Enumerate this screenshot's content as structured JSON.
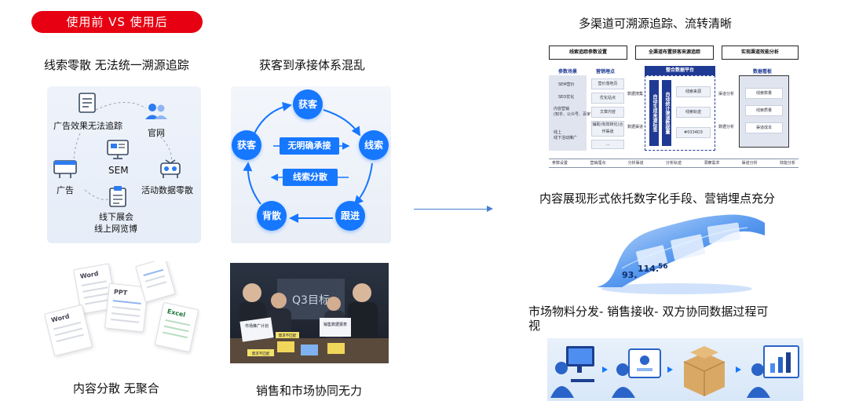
{
  "badge": "使用前 VS 使用后",
  "left": {
    "panel1": {
      "heading": "线索零散 无法统一溯源追踪",
      "items": [
        {
          "label": "广告效果无法追踪",
          "icon": "document-list-icon"
        },
        {
          "label": "官网",
          "icon": "users-icon"
        },
        {
          "label": "SEM",
          "icon": "monitor-icon"
        },
        {
          "label": "广告",
          "icon": "billboard-icon"
        },
        {
          "label": "活动数据零散",
          "icon": "event-icon"
        },
        {
          "label": "线下展会",
          "icon": "clipboard-icon"
        },
        {
          "label": "线上网览博",
          "icon": ""
        }
      ]
    },
    "panel2": {
      "heading": "获客到承接体系混乱",
      "nodes": [
        "获客",
        "获客",
        "线索",
        "跟进",
        "背散"
      ],
      "pills": [
        "无明确承接",
        "线索分散"
      ]
    },
    "panel3": {
      "caption": "内容分散 无聚合",
      "docs": [
        "Word",
        "PPT",
        "Word",
        "Excel"
      ]
    },
    "panel4": {
      "caption": "销售和市场协同无力",
      "board_text": "Q3目标",
      "sheets": [
        "市场推广计划",
        "销售数据报表",
        "需求不匹配",
        "需求不匹配"
      ]
    }
  },
  "right": {
    "flow": {
      "heading": "多渠道可溯源追踪、流转清晰",
      "top_boxes": [
        "线索追踪参数设置",
        "全渠道布置获客来源追踪",
        "实现渠道效能分析"
      ],
      "col_titles": [
        "参数场景",
        "营销埋点",
        "整合数据平台",
        "数据看板"
      ],
      "scenes": [
        "SEM营价",
        "SEO优化",
        "内容营销\n(知乎、公众号、百家号等)",
        "线上\n线下活动推广"
      ],
      "points": [
        "营价落地页",
        "优化站点",
        "文章内容",
        "辅助(有效转化)合作渠道",
        "..."
      ],
      "platform_vertical_1": "自动生成来源标签",
      "platform_vertical_2": "自动统计渠道数据量",
      "platform_cells": [
        "线索来源",
        "线索轨迹",
        "#0334D3"
      ],
      "board_cells": [
        "线索数量",
        "线索质量",
        "渠道成本"
      ],
      "mid_labels": [
        "数据搜集",
        "数据渠道",
        "渠道分析",
        "数据分析"
      ],
      "bottom_labels": [
        "参数设置",
        "营销埋点",
        "分析渠道",
        "分析轨迹",
        "洞察需求",
        "渠道分析",
        "效能分析"
      ]
    },
    "screens": {
      "heading": "内容展现形式依托数字化手段、营销埋点充分",
      "values": [
        "93.",
        "114.",
        "56"
      ]
    },
    "process": {
      "heading_line1": "市场物料分发- 销售接收- 双方协同数据过程可",
      "heading_line2": "视"
    }
  },
  "colors": {
    "accent_red": "#e60012",
    "primary_blue": "#1677ff",
    "navy": "#1f3a93"
  }
}
